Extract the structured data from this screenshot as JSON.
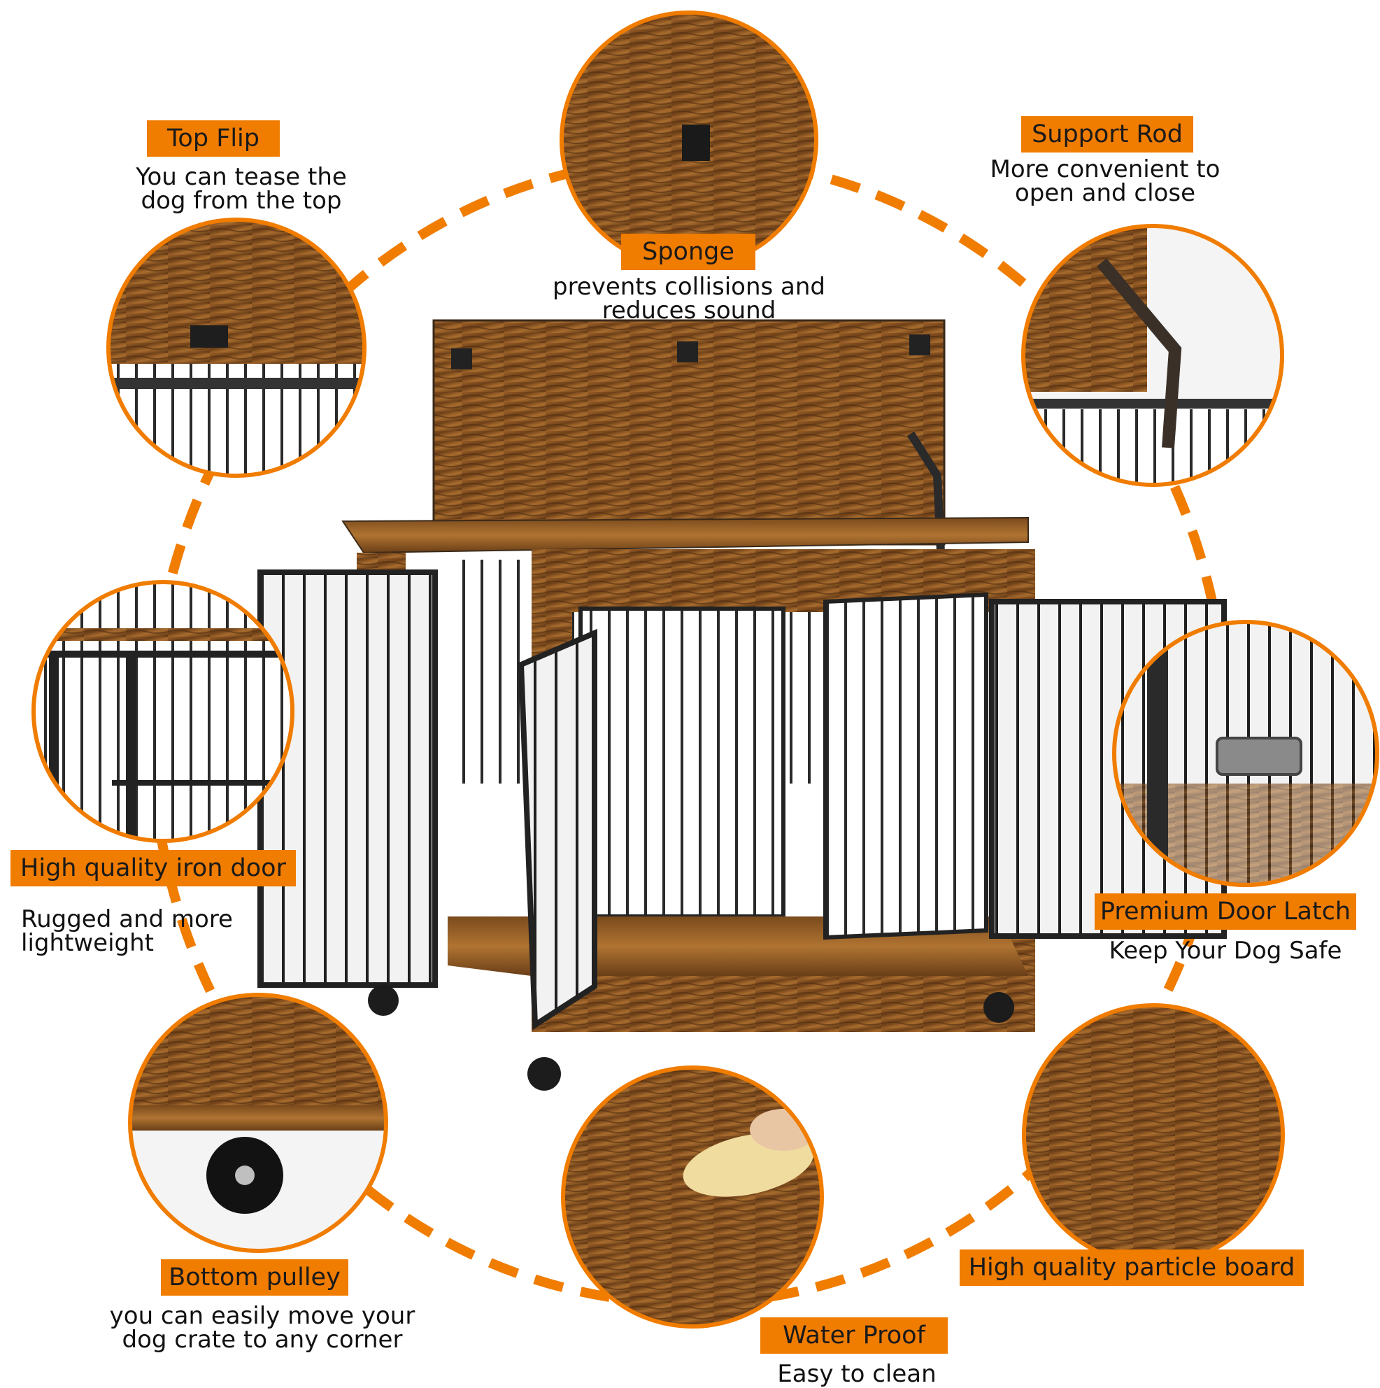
{
  "colors": {
    "accent": "#f07c00",
    "wood_light": "#a8692c",
    "wood_dark": "#5a3414",
    "metal": "#262626",
    "text": "#111111"
  },
  "features": {
    "top_flip": {
      "title": "Top Flip",
      "desc": [
        "You can tease the",
        "dog from the top"
      ]
    },
    "sponge": {
      "title": "Sponge",
      "desc": [
        "prevents collisions and",
        "reduces sound"
      ]
    },
    "support_rod": {
      "title": "Support Rod",
      "desc": [
        "More convenient to",
        "open and close"
      ]
    },
    "iron_door": {
      "title": "High quality iron door",
      "desc": [
        "Rugged and more",
        "lightweight"
      ]
    },
    "door_latch": {
      "title": "Premium Door Latch",
      "desc": [
        "Keep Your Dog Safe"
      ]
    },
    "pulley": {
      "title": "Bottom pulley",
      "desc": [
        "you can easily move your",
        "dog crate to any corner"
      ]
    },
    "water_proof": {
      "title": "Water Proof",
      "desc": [
        "Easy to clean"
      ]
    },
    "particle_board": {
      "title": "High quality particle board",
      "desc": []
    }
  },
  "icons": [
    "wood-grain",
    "wire-mesh",
    "caster-wheel",
    "door-latch",
    "support-rod",
    "sponge-pad",
    "cleaning-cloth"
  ]
}
